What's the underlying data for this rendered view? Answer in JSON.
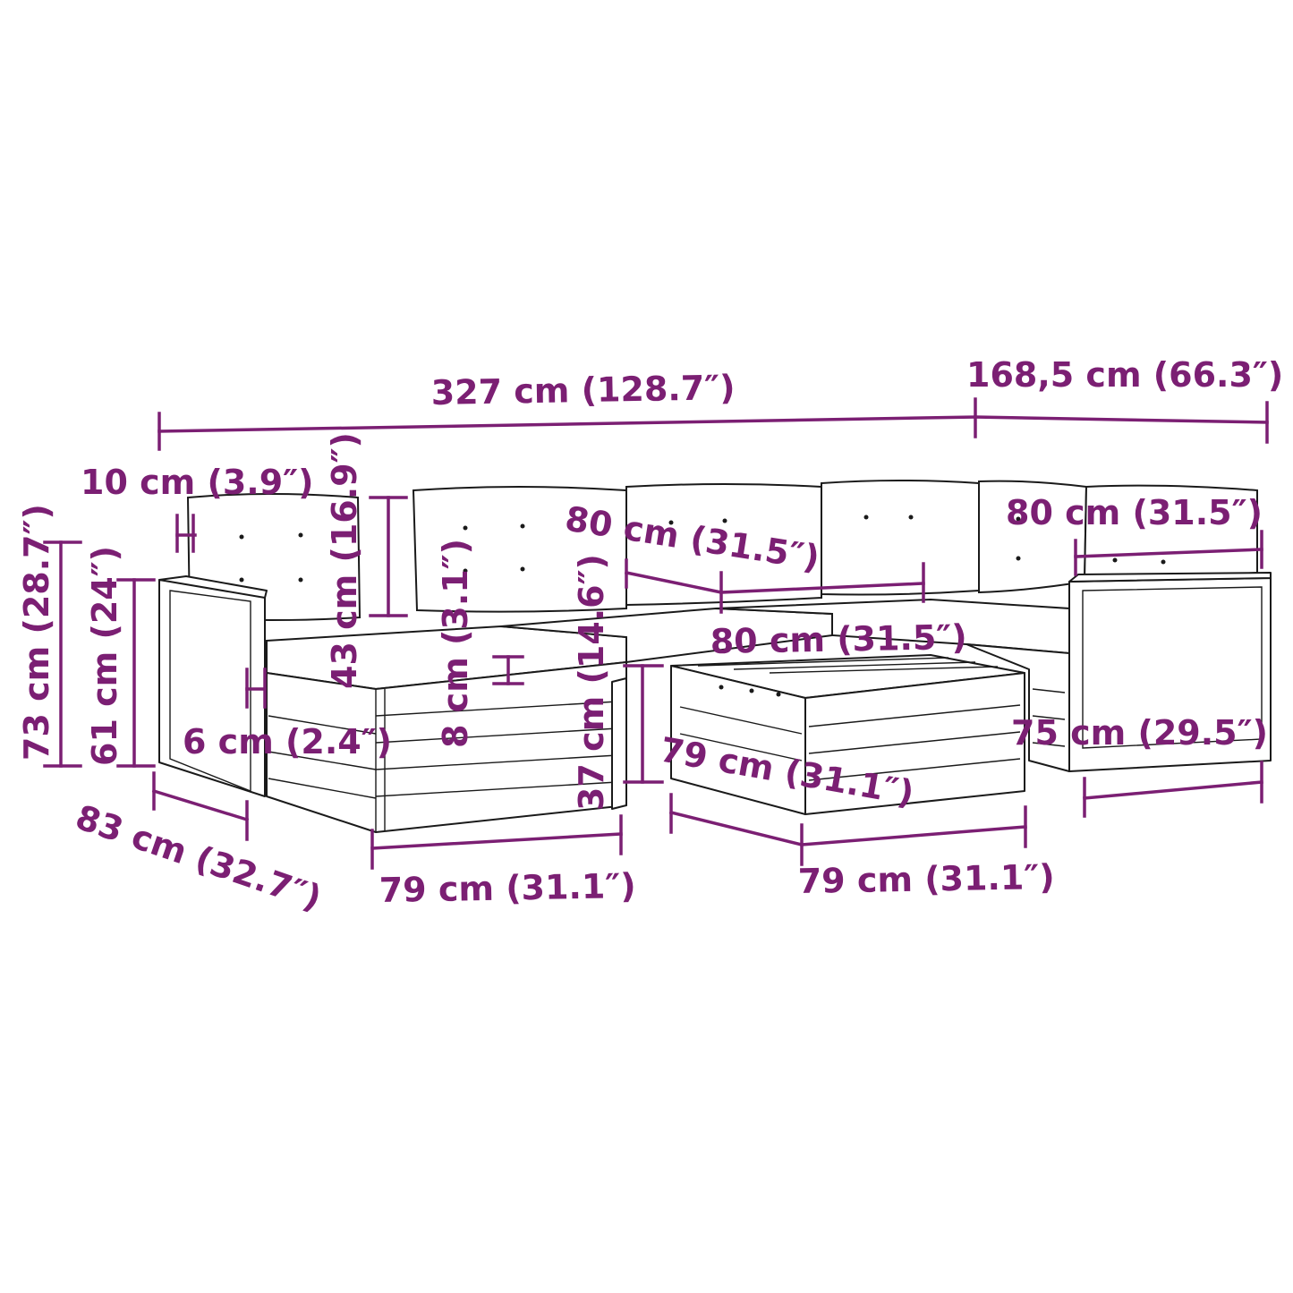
{
  "colors": {
    "dimension": "#7b1f73",
    "outline": "#1a1a1a",
    "background": "#ffffff"
  },
  "dimensions": {
    "total_width": "327 cm (128.7″)",
    "total_depth": "168,5 cm (66.3″)",
    "armrest_width": "10 cm (3.9″)",
    "back_cushion_height": "43 cm (16.9″)",
    "back_cushion_depth": "80 cm (31.5″)",
    "corner_width": "80 cm (31.5″)",
    "total_height": "73 cm (28.7″)",
    "armrest_height": "61 cm (24″)",
    "seat_cushion_thickness": "8 cm (3.1″)",
    "seat_height": "37 cm (14.6″)",
    "middle_seat_width": "80 cm (31.5″)",
    "leg_offset": "6 cm (2.4″)",
    "table_depth": "79 cm (31.1″)",
    "right_module_depth": "75 cm (29.5″)",
    "left_module_depth": "83 cm (32.7″)",
    "seat_width": "79 cm (31.1″)",
    "table_width": "79 cm (31.1″)"
  }
}
